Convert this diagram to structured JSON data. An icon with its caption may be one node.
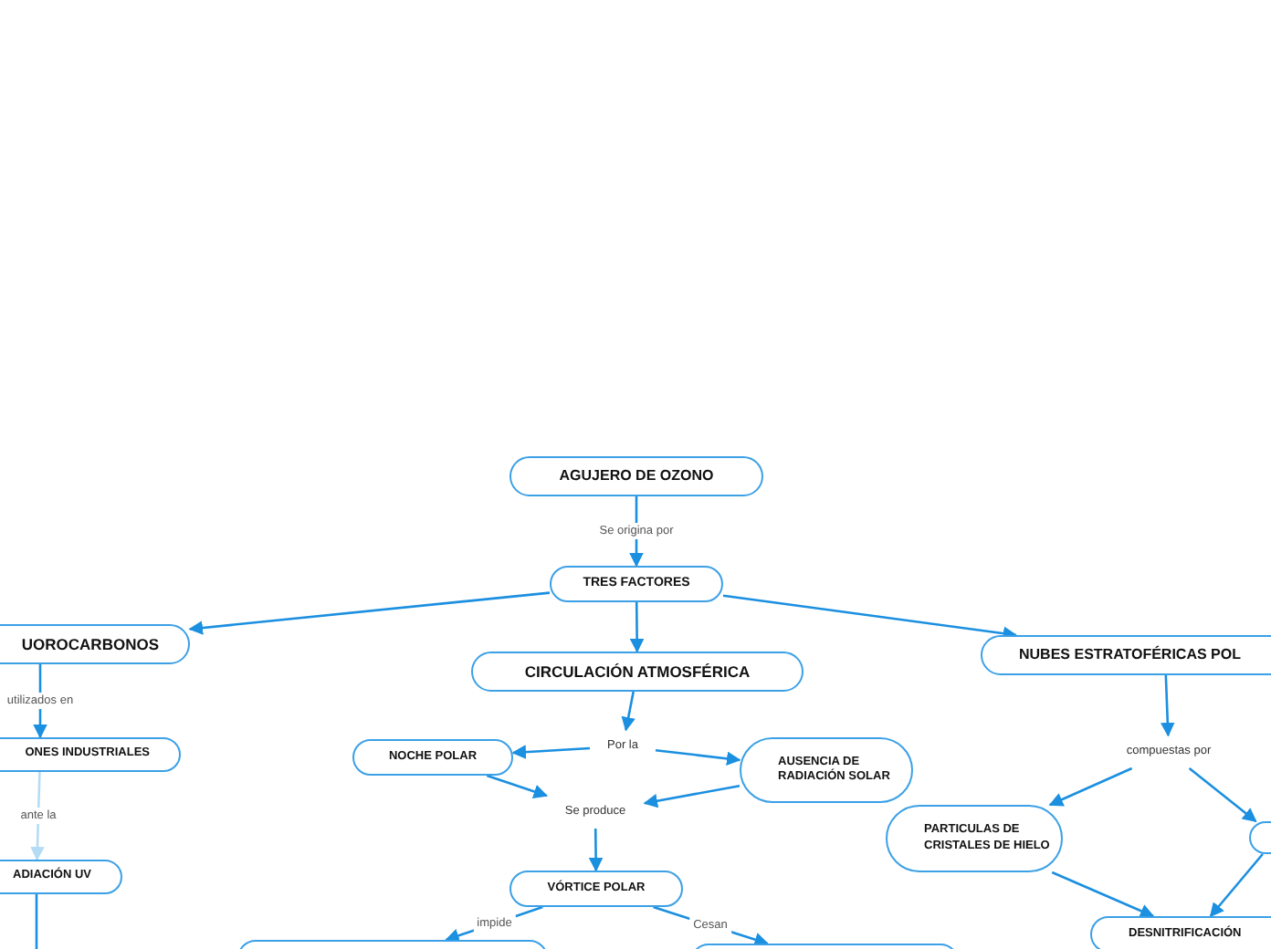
{
  "diagram": {
    "nodes": [
      {
        "text": [
          "AGUJERO DE OZONO"
        ]
      },
      {
        "text": [
          "TRES FACTORES"
        ]
      },
      {
        "text": [
          "UOROCARBONOS"
        ]
      },
      {
        "text": [
          "CIRCULACIÓN ATMOSFÉRICA"
        ]
      },
      {
        "text": [
          "NUBES ESTRATOFÉRICAS POL"
        ]
      },
      {
        "text": [
          "ONES INDUSTRIALES"
        ]
      },
      {
        "text": [
          "Por la"
        ]
      },
      {
        "text": [
          "NOCHE POLAR"
        ]
      },
      {
        "text": [
          "AUSENCIA DE RADIACIÓN SOLAR"
        ]
      },
      {
        "text": [
          "compuestas por"
        ]
      },
      {
        "text": [
          "Se produce"
        ]
      },
      {
        "text": [
          "PARTICULAS DE CRISTALES DE HIELO"
        ]
      },
      {
        "text": [],
        "shape": "box"
      },
      {
        "text": [
          "ADIACIÓN UV"
        ]
      },
      {
        "text": [
          "VÓRTICE POLAR"
        ]
      },
      {
        "text": [],
        "shape": "box"
      },
      {
        "text": [],
        "shape": "box"
      },
      {
        "text": [
          "DESNITRIFICACIÓN"
        ]
      }
    ],
    "edges": [
      {
        "from": 0,
        "to": 1,
        "arrow": "to",
        "label": "Se origina por"
      },
      {
        "from": 1,
        "to": 2,
        "arrow": "to"
      },
      {
        "from": 1,
        "to": 3,
        "arrow": "to"
      },
      {
        "from": 1,
        "to": 4,
        "arrow": "to"
      },
      {
        "from": 2,
        "to": 5,
        "arrow": "to",
        "label": "utilizados en"
      },
      {
        "from": 5,
        "to": 13,
        "arrow": "to",
        "label": "ante la",
        "color": "#b5dcf5"
      },
      {
        "from": 3,
        "to": 6,
        "arrow": "to"
      },
      {
        "from": 6,
        "to": 7,
        "arrow": "to"
      },
      {
        "from": 6,
        "to": 8,
        "arrow": "to"
      },
      {
        "from": 7,
        "to": 10,
        "arrow": "to"
      },
      {
        "from": 8,
        "to": 10,
        "arrow": "to"
      },
      {
        "from": 10,
        "to": 14,
        "arrow": "to"
      },
      {
        "from": 4,
        "to": 9,
        "arrow": "to"
      },
      {
        "from": 9,
        "to": 11,
        "arrow": "to"
      },
      {
        "from": 9,
        "to": 12,
        "arrow": "to"
      },
      {
        "from": 11,
        "to": 17,
        "arrow": "to"
      },
      {
        "from": 12,
        "to": 17,
        "arrow": "to"
      },
      {
        "from": 14,
        "to": 15,
        "arrow": "to",
        "label": "impide"
      },
      {
        "from": 14,
        "to": 16,
        "arrow": "to",
        "label": "Cesan"
      },
      {
        "from": 13,
        "to": null,
        "arrow": "none"
      }
    ]
  }
}
